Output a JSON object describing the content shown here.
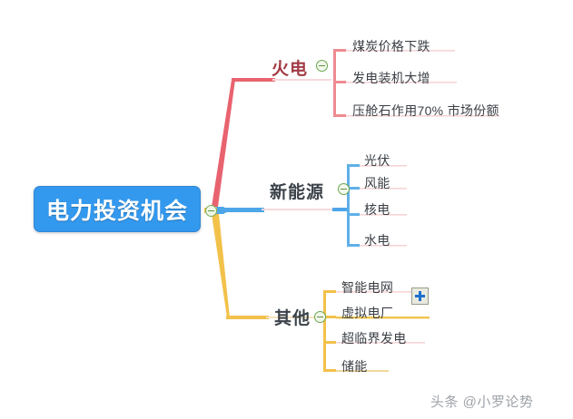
{
  "mindmap": {
    "root": {
      "label": "电力投资机会",
      "fill_color": "#3399ee",
      "text_color": "#ffffff",
      "toggle_state": "expanded",
      "toggle_glyph": "minus"
    },
    "branches": [
      {
        "label": "火电",
        "color": "#e8636f",
        "label_color": "#a33b46",
        "toggle_state": "expanded",
        "children": [
          {
            "label": "煤炭价格下跌",
            "underline_color": "#f6d5d7"
          },
          {
            "label": "发电装机大增",
            "underline_color": "#f6d5d7"
          },
          {
            "label": "压舱石作用70% 市场份额",
            "underline_color": "#f6d5d7"
          }
        ]
      },
      {
        "label": "新能源",
        "color": "#4da6e8",
        "label_color": "#3b4249",
        "toggle_state": "expanded",
        "children": [
          {
            "label": "光伏",
            "underline_color": "#f6d5d7"
          },
          {
            "label": "风能",
            "underline_color": "#f6d5d7"
          },
          {
            "label": "核电",
            "underline_color": "#f6d5d7"
          },
          {
            "label": "水电",
            "underline_color": "#f6d5d7"
          }
        ]
      },
      {
        "label": "其他",
        "color": "#f2c14a",
        "label_color": "#3b4249",
        "toggle_state": "expanded",
        "children": [
          {
            "label": "智能电网",
            "underline_color": "#f6d5d7"
          },
          {
            "label": "虚拟电厂",
            "underline_color": "#f0c44f"
          },
          {
            "label": "超临界发电",
            "underline_color": "#f6d5d7"
          },
          {
            "label": "储能",
            "underline_color": "#f0d79a"
          }
        ]
      }
    ],
    "add_button": {
      "glyph": "plus",
      "color": "#1f6fd0"
    },
    "watermark": {
      "text": "头条 @小罗论势"
    }
  }
}
